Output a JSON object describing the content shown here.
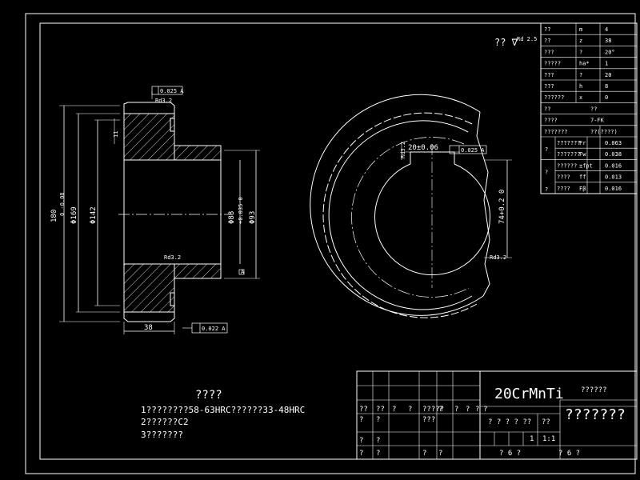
{
  "drawing": {
    "roughness_top_right": "?? ∇",
    "roughness_top_right_sup": "Rd 2.5",
    "left_view": {
      "dim_left_outer": "180",
      "dim_left_outer_tol": "0 -0.08",
      "dim_phi169": "Φ169",
      "dim_phi142": "Φ142",
      "dim_11": "11",
      "dim_right_bore": "Φ88",
      "dim_right_bore_tol": "+0.035 0",
      "dim_phi93": "Φ93",
      "dim_38": "38",
      "tol_top": "0.025 A",
      "tol_bottom": "0.022 A",
      "rough_top": "Rd3.2",
      "rough_mid": "Rd3.2",
      "datum_a": "A"
    },
    "right_view": {
      "key_width": "20±0.06",
      "key_tol": "0.025 A",
      "key_depth": "74+0.2 0",
      "rough_right": "Rd3.2",
      "rough_key": "Rd3.2"
    }
  },
  "param_table": [
    {
      "a": "??",
      "b": "m",
      "c": "4"
    },
    {
      "a": "??",
      "b": "z",
      "c": "38"
    },
    {
      "a": "???",
      "b": "?",
      "c": "20°"
    },
    {
      "a": "?????",
      "b": "ha*",
      "c": "1"
    },
    {
      "a": "???",
      "b": "?",
      "c": "20"
    },
    {
      "a": "???",
      "b": "h",
      "c": "8"
    },
    {
      "a": "??????",
      "b": "x",
      "c": "0"
    },
    {
      "a": "??",
      "b": "",
      "c": "??"
    },
    {
      "a": "????",
      "b": "",
      "c": "7-FK"
    },
    {
      "a": "???????",
      "b": "",
      "c": "??(????)"
    },
    {
      "a": "???????",
      "b": "Fr",
      "c": "0.063"
    },
    {
      "a": "???????",
      "b": "Fw",
      "c": "0.038"
    },
    {
      "a": "??????",
      "b": "±fpt",
      "c": "0.016"
    },
    {
      "a": "????",
      "b": "ff",
      "c": "0.013"
    },
    {
      "a": "????",
      "b": "Fβ",
      "c": "0.016"
    }
  ],
  "param_side": [
    "?",
    "?",
    "?"
  ],
  "notes": {
    "title": "????",
    "line1": "1????????58-63HRC??????33-48HRC",
    "line2": "2??????C2",
    "line3": "3???????"
  },
  "title_block": {
    "material": "20CrMnTi",
    "material_sup": "??????",
    "name": "???????",
    "row1": [
      "??",
      "??",
      "?",
      "?",
      "?????",
      "?",
      "?",
      "?",
      "?",
      "?"
    ],
    "row2": [
      "?",
      "?",
      "???"
    ],
    "stage_label": "? ? ? ? ??",
    "weight": "??",
    "scale": "1:1",
    "qty": "1",
    "r3": [
      "?",
      "?"
    ],
    "r4": [
      "?",
      "?",
      "?",
      "?"
    ],
    "sheet_a": "? 6 ?",
    "sheet_b": "? 6 ?"
  }
}
